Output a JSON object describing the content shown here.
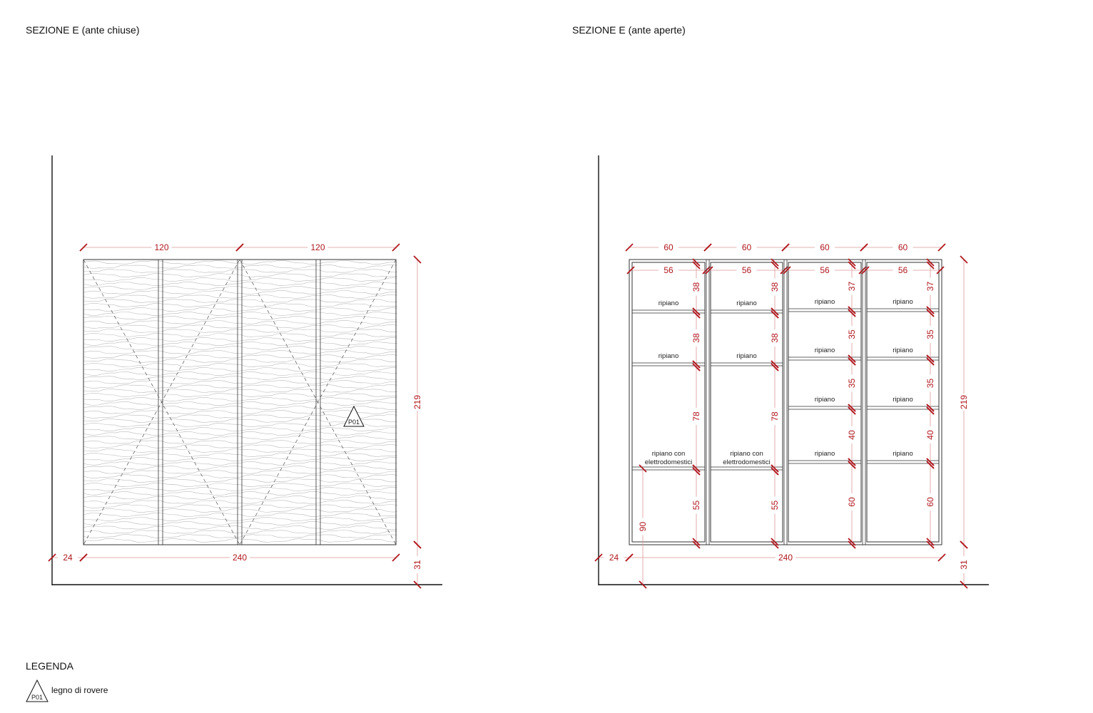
{
  "left": {
    "title": "SEZIONE E (ante chiuse)",
    "material_tag": "P01",
    "dims": {
      "top": [
        "120",
        "120"
      ],
      "height": "219",
      "base_gap": "31",
      "bottom_left": "24",
      "bottom_width": "240"
    }
  },
  "right": {
    "title": "SEZIONE E (ante aperte)",
    "dims": {
      "top": [
        "60",
        "60",
        "60",
        "60"
      ],
      "inner": [
        "56",
        "56",
        "56",
        "56"
      ],
      "height": "219",
      "base_gap": "31",
      "bottom_left": "24",
      "bottom_width": "240",
      "appliance_height": "90"
    },
    "columns": [
      {
        "segments": [
          "38",
          "38",
          "78",
          "55"
        ],
        "shelves": [
          "ripiano",
          "ripiano",
          "ripiano con elettrodomestici"
        ]
      },
      {
        "segments": [
          "38",
          "38",
          "78",
          "55"
        ],
        "shelves": [
          "ripiano",
          "ripiano",
          "ripiano con elettrodomestici"
        ]
      },
      {
        "segments": [
          "37",
          "35",
          "35",
          "40",
          "60"
        ],
        "shelves": [
          "ripiano",
          "ripiano",
          "ripiano",
          "ripiano"
        ]
      },
      {
        "segments": [
          "37",
          "35",
          "35",
          "40",
          "60"
        ],
        "shelves": [
          "ripiano",
          "ripiano",
          "ripiano",
          "ripiano"
        ]
      }
    ]
  },
  "legend": {
    "title": "LEGENDA",
    "items": [
      {
        "tag": "P01",
        "label": "legno di rovere"
      }
    ]
  },
  "colors": {
    "dimension": "#b0171e",
    "line": "#333333"
  }
}
